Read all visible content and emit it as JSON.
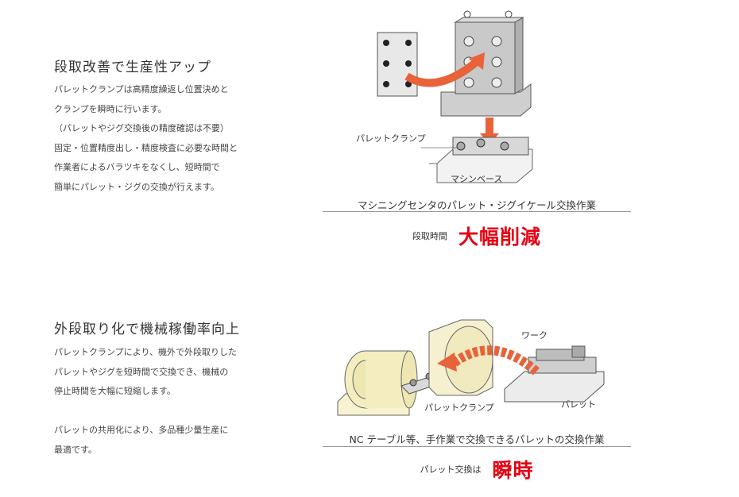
{
  "section1": {
    "title": "段取改善で生産性アップ",
    "lines": [
      "パレットクランプは高精度繰返し位置決めと",
      "クランプを瞬時に行います。",
      "（パレットやジグ交換後の精度確認は不要）",
      "固定・位置精度出し・精度検査に必要な時間と",
      "作業者によるバラツキをなくし、短時間で",
      "簡単にパレット・ジグの交換が行えます。"
    ],
    "figure_labels": {
      "pallet_clamp": "パレットクランプ",
      "machine_base": "マシンベース"
    },
    "caption": "マシニングセンタのパレット・ジグイケール交換作業",
    "result_label": "段取時間",
    "result_value": "大幅削減"
  },
  "section2": {
    "title": "外段取り化で機械稼働率向上",
    "lines": [
      "パレットクランプにより、機外で外段取りした",
      "パレットやジグを短時間で交換でき、機械の",
      "停止時間を大幅に短縮します。",
      "",
      "パレットの共用化により、多品種少量生産に",
      "最適です。"
    ],
    "figure_labels": {
      "work": "ワーク",
      "pallet_clamp": "パレットクランプ",
      "pallet": "パレット"
    },
    "caption": "NC テーブル等、手作業で交換できるパレットの交換作業",
    "result_label": "パレット交換は",
    "result_value": "瞬時"
  },
  "colors": {
    "accent_red": "#e60012",
    "arrow": "#e8623a",
    "line": "#999999"
  }
}
